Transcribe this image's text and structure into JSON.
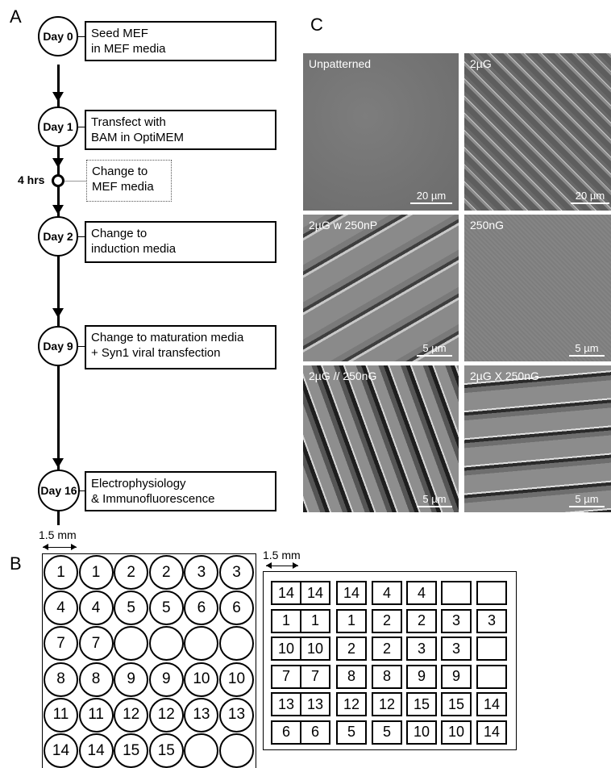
{
  "panels": {
    "a": "A",
    "b": "B",
    "c": "C"
  },
  "timeline": [
    {
      "day": "Day 0",
      "text": "Seed MEF\nin MEF media"
    },
    {
      "day": "Day 1",
      "text": "Transfect with\nBAM in OptiMEM"
    },
    {
      "day": "4 hrs",
      "text": "Change to\nMEF media"
    },
    {
      "day": "Day 2",
      "text": "Change to\ninduction media"
    },
    {
      "day": "Day 9",
      "text": "Change to maturation media\n+ Syn1 viral transfection"
    },
    {
      "day": "Day 16",
      "text": "Electrophysiology\n& Immunofluorescence"
    }
  ],
  "micrographs": [
    {
      "label": "Unpatterned",
      "scale": "20 µm"
    },
    {
      "label": "2µG",
      "scale": "20 µm"
    },
    {
      "label": "2µG w 250nP",
      "scale": "5 µm"
    },
    {
      "label": "250nG",
      "scale": "5 µm"
    },
    {
      "label": "2µG // 250nG",
      "scale": "5 µm"
    },
    {
      "label": "2µG X 250nG",
      "scale": "5 µm"
    }
  ],
  "plate_round": {
    "dimension": "1.5 mm",
    "wells": [
      [
        "1",
        "1",
        "2",
        "2",
        "3",
        "3"
      ],
      [
        "4",
        "4",
        "5",
        "5",
        "6",
        "6"
      ],
      [
        "7",
        "7",
        "",
        "",
        "",
        ""
      ],
      [
        "8",
        "8",
        "9",
        "9",
        "10",
        "10"
      ],
      [
        "11",
        "11",
        "12",
        "12",
        "13",
        "13"
      ],
      [
        "14",
        "14",
        "15",
        "15",
        "",
        ""
      ]
    ]
  },
  "plate_square": {
    "dimension": "1.5 mm",
    "wells": [
      [
        "14",
        "14",
        "14",
        "4",
        "4",
        "",
        ""
      ],
      [
        "1",
        "1",
        "1",
        "2",
        "2",
        "3",
        "3"
      ],
      [
        "10",
        "10",
        "2",
        "2",
        "3",
        "3",
        ""
      ],
      [
        "7",
        "7",
        "8",
        "8",
        "9",
        "9",
        ""
      ],
      [
        "13",
        "13",
        "12",
        "12",
        "15",
        "15",
        "14"
      ],
      [
        "6",
        "6",
        "5",
        "5",
        "10",
        "10",
        "14"
      ]
    ]
  }
}
